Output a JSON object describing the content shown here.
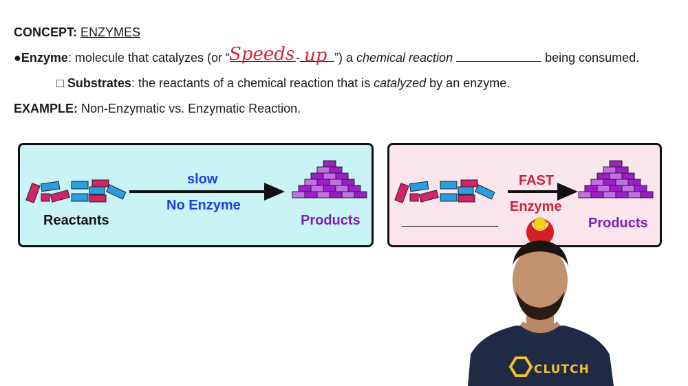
{
  "concept": {
    "label": "CONCEPT:",
    "value": "ENZYMES"
  },
  "enzyme_definition": {
    "bullet": "●",
    "term": "Enzyme",
    "text_1": ": molecule that catalyzes (or “",
    "handwritten_1": "Speeds",
    "dash": "-",
    "handwritten_2": "up",
    "text_2": "”) a ",
    "italic_1": "chemical reaction",
    "text_3": "being consumed."
  },
  "substrates": {
    "bullet": "□",
    "term": "Substrates",
    "text_1": ": the reactants of a chemical reaction that is ",
    "italic": "catalyzed",
    "text_2": " by an enzyme."
  },
  "example": {
    "label": "EXAMPLE:",
    "text": "Non-Enzymatic vs. Enzymatic Reaction."
  },
  "panel_left": {
    "speed_label": "slow",
    "arrow_label": "No Enzyme",
    "reactants_label": "Reactants",
    "products_label": "Products"
  },
  "panel_right": {
    "speed_label": "FAST",
    "arrow_label": "Enzyme",
    "products_label": "Products"
  },
  "presenter_shirt_text": "CLUTCH",
  "colors": {
    "magenta": "#d1246a",
    "blue": "#2b9ee0",
    "purple": "#9a1fc9",
    "light_purple": "#c46ee6",
    "label_blue": "#1f3fd6",
    "label_red": "#d0243a",
    "label_purple": "#7a1fb8",
    "enzyme_red": "#d61f22",
    "substrate_yellow": "#f4d21a"
  }
}
